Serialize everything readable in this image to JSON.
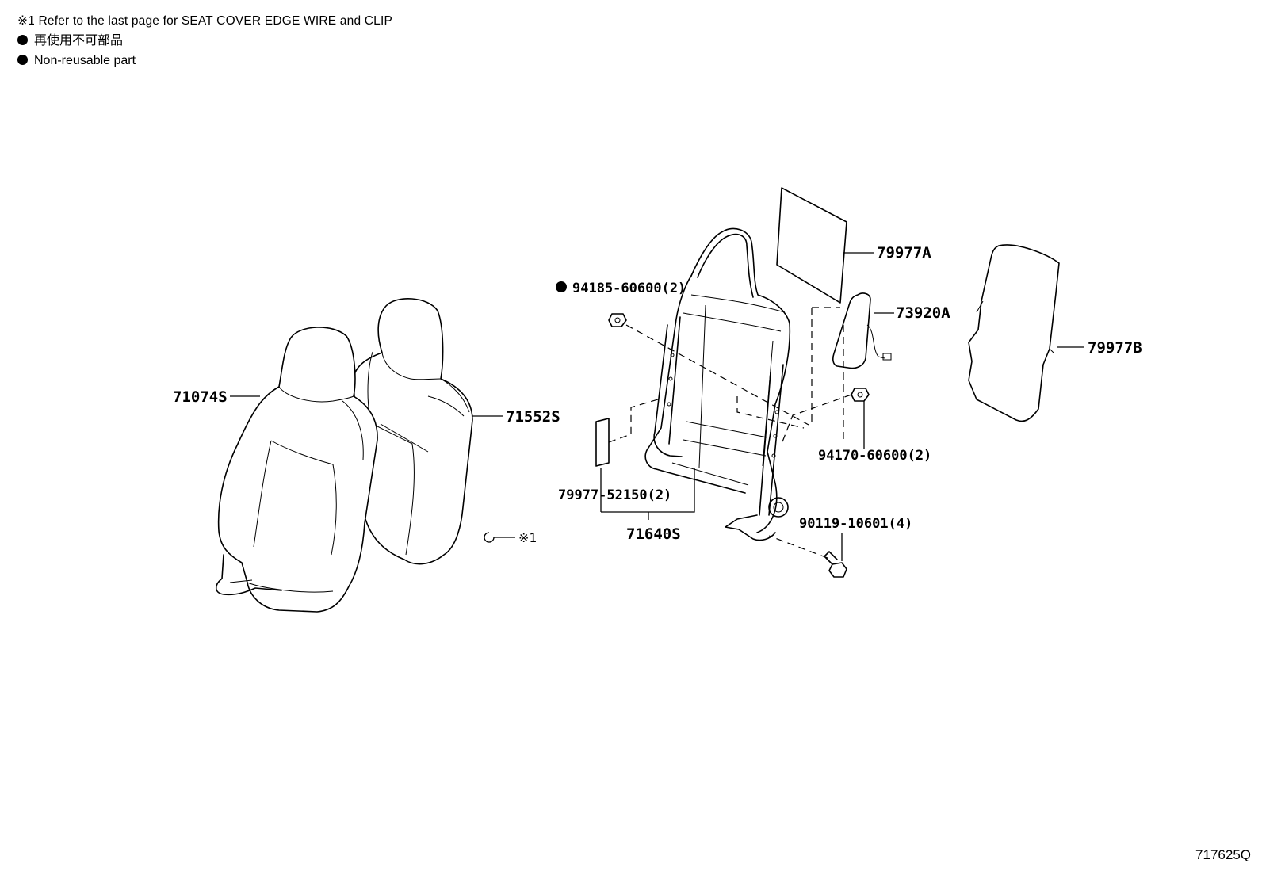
{
  "notes": {
    "reference": "※1 Refer to the last page for SEAT COVER EDGE WIRE and CLIP",
    "non_reusable_jp": "再使用不可部品",
    "non_reusable_en": "Non-reusable part"
  },
  "parts": {
    "seat_cover": "71074S",
    "seat_pad": "71552S",
    "clip_ref": "※1",
    "back_board_a": "79977A",
    "side_airbag": "73920A",
    "back_board_b": "79977B",
    "nut_non_reusable": "94185-60600(2)",
    "clip_94170": "94170-60600(2)",
    "label_79977": "79977-52150(2)",
    "frame": "71640S",
    "bolt": "90119-10601(4)"
  },
  "diagram_code": "717625Q",
  "icons": [
    "bullet-dot-icon"
  ]
}
